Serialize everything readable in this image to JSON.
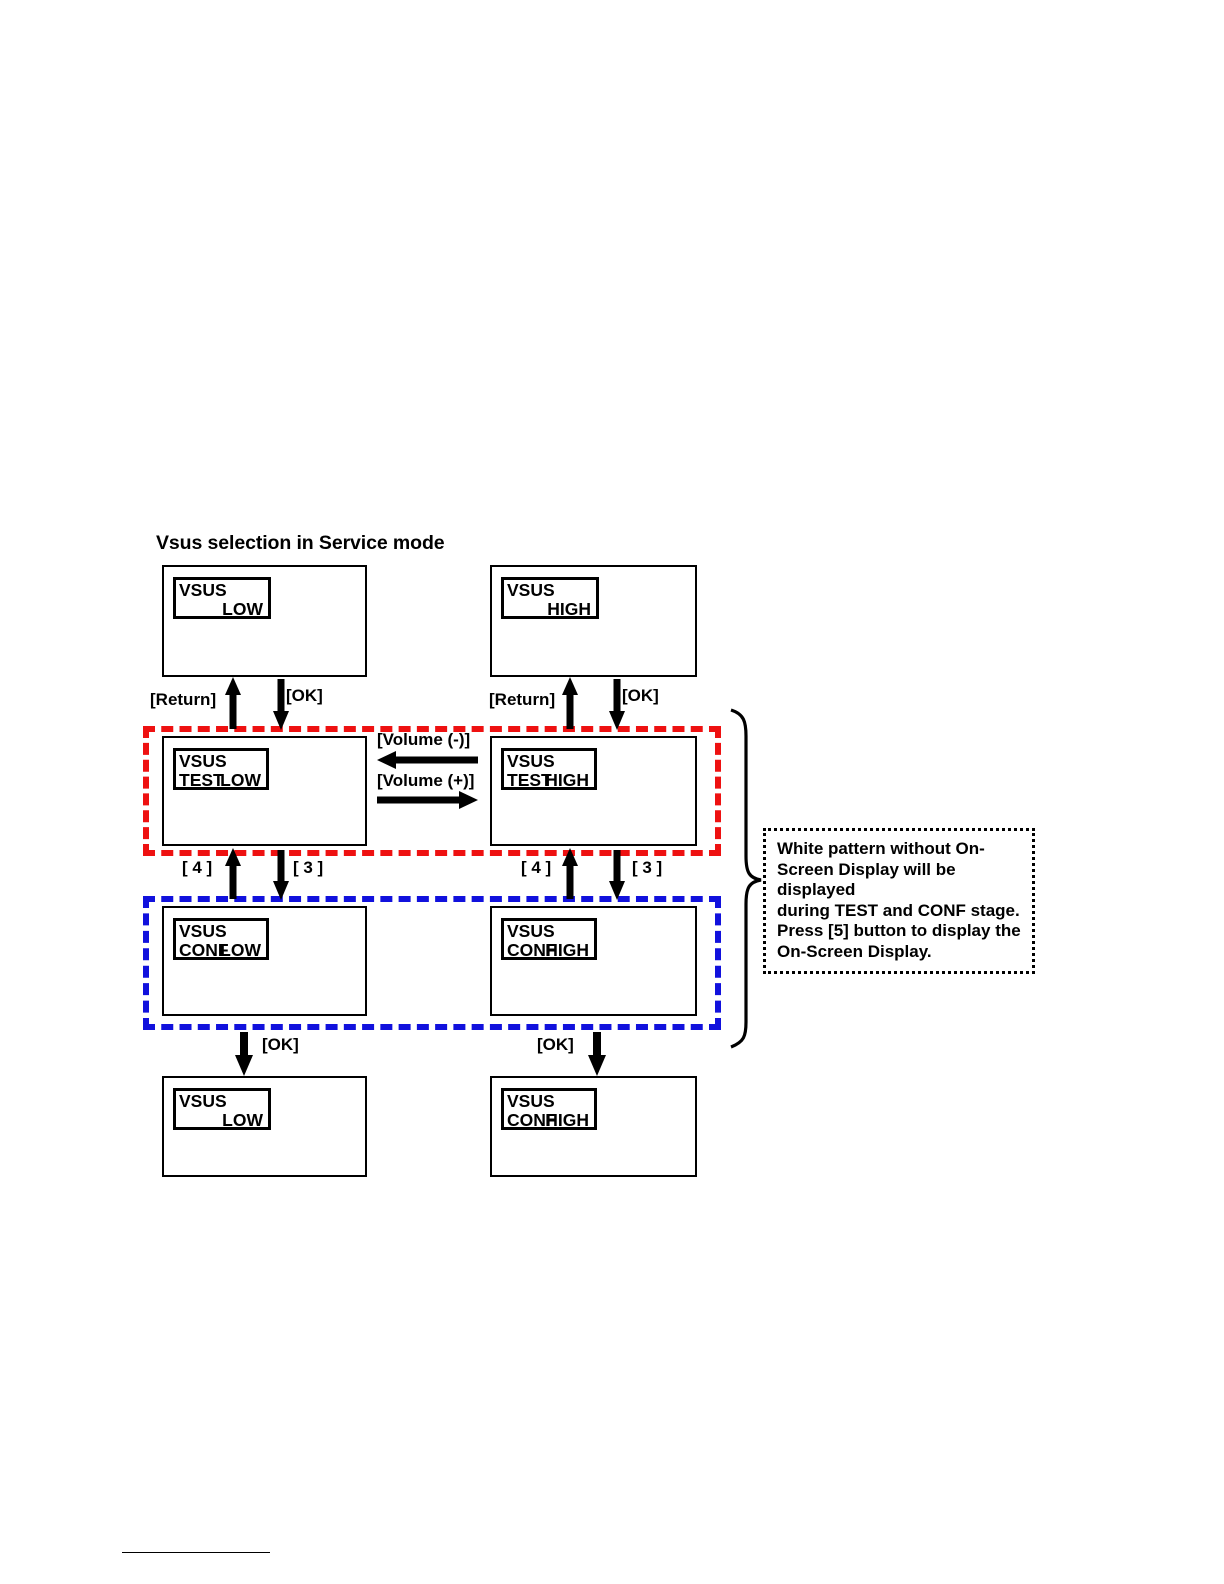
{
  "diagram": {
    "title": "Vsus selection in Service mode",
    "screens": [
      {
        "id": "top-low",
        "osd_line1_label": "VSUS",
        "osd_line1_value": "",
        "osd_line2_label": "",
        "osd_line2_value": "LOW"
      },
      {
        "id": "top-high",
        "osd_line1_label": "VSUS",
        "osd_line1_value": "",
        "osd_line2_label": "",
        "osd_line2_value": "HIGH"
      },
      {
        "id": "test-low",
        "osd_line1_label": "VSUS",
        "osd_line1_value": "",
        "osd_line2_label": "TEST",
        "osd_line2_value": "LOW"
      },
      {
        "id": "test-high",
        "osd_line1_label": "VSUS",
        "osd_line1_value": "",
        "osd_line2_label": "TEST",
        "osd_line2_value": "HIGH"
      },
      {
        "id": "conf-low",
        "osd_line1_label": "VSUS",
        "osd_line1_value": "",
        "osd_line2_label": "CONF",
        "osd_line2_value": "LOW"
      },
      {
        "id": "conf-high",
        "osd_line1_label": "VSUS",
        "osd_line1_value": "",
        "osd_line2_label": "CONF",
        "osd_line2_value": "HIGH"
      },
      {
        "id": "bottom-low",
        "osd_line1_label": "VSUS",
        "osd_line1_value": "",
        "osd_line2_label": "",
        "osd_line2_value": "LOW"
      },
      {
        "id": "bottom-conf-high",
        "osd_line1_label": "VSUS",
        "osd_line1_value": "",
        "osd_line2_label": "CONF",
        "osd_line2_value": "HIGH"
      }
    ],
    "transitions": [
      {
        "id": "left-return-1",
        "label": "[Return]"
      },
      {
        "id": "left-ok-1",
        "label": "[OK]"
      },
      {
        "id": "right-return-1",
        "label": "[Return]"
      },
      {
        "id": "right-ok-1",
        "label": "[OK]"
      },
      {
        "id": "vol-minus",
        "label": "[Volume (-)]"
      },
      {
        "id": "vol-plus",
        "label": "[Volume (+)]"
      },
      {
        "id": "left-key-4",
        "label": "[ 4 ]"
      },
      {
        "id": "left-key-3",
        "label": "[ 3 ]"
      },
      {
        "id": "right-key-4",
        "label": "[ 4 ]"
      },
      {
        "id": "right-key-3",
        "label": "[ 3 ]"
      },
      {
        "id": "left-ok-2",
        "label": "[OK]"
      },
      {
        "id": "right-ok-2",
        "label": "[OK]"
      }
    ],
    "groups": [
      {
        "id": "test-stage-group",
        "color": "#ee1111"
      },
      {
        "id": "conf-stage-group",
        "color": "#1111dd"
      }
    ],
    "note": {
      "lines": [
        "White pattern without On-",
        "Screen Display will be displayed",
        "during TEST and CONF stage.",
        "Press [5] button to display the",
        "On-Screen Display."
      ]
    }
  }
}
